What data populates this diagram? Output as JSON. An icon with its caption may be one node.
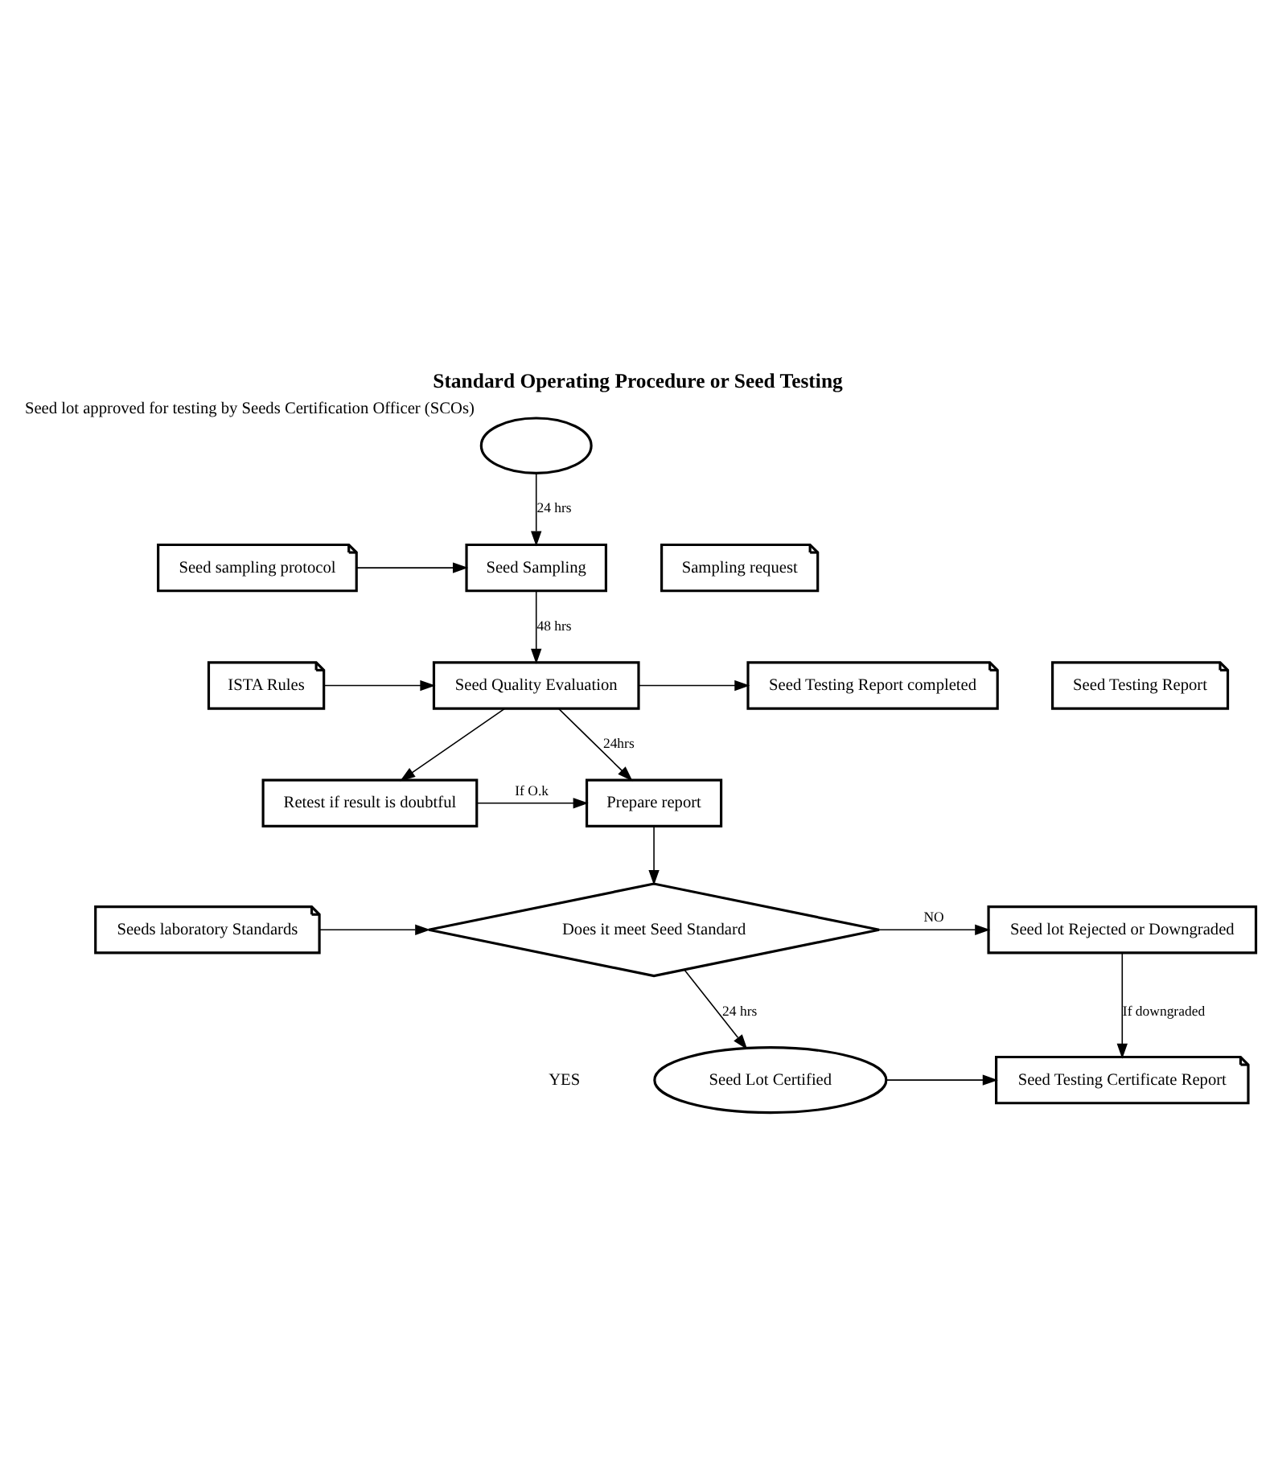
{
  "diagram": {
    "title": "Standard Operating Procedure or Seed Testing",
    "nodes": [
      {
        "text": [],
        "shape": "ellipse",
        "beside": [
          "Seed lot approved for testing by Seeds Certification Officer (SCOs)"
        ]
      },
      {
        "text": [
          "Sampling request"
        ]
      },
      {
        "text": [
          "Seed sampling protocol"
        ]
      },
      {
        "text": [
          "Seed Sampling"
        ]
      },
      {
        "text": [
          "Seed Testing Report"
        ]
      },
      {
        "text": [
          "ISTA Rules"
        ]
      },
      {
        "text": [
          "Seed Quality Evaluation"
        ]
      },
      {
        "text": [
          "Seed Testing Report completed"
        ]
      },
      {
        "text": [
          "Prepare report"
        ]
      },
      {
        "text": [
          "Retest if result is doubtful"
        ]
      },
      {
        "text": [
          "Seeds laboratory Standards"
        ]
      },
      {
        "text": [
          "Does it meet Seed Standard"
        ]
      },
      {
        "text": [
          "Seed lot Rejected or Downgraded"
        ]
      },
      {
        "text": [
          "Seed Lot Certified"
        ]
      },
      {
        "text": [
          "Seed Testing Certificate Report"
        ]
      }
    ],
    "edges": [
      {
        "from": 0,
        "to": 3,
        "arrow": "to",
        "label": "24 hrs"
      },
      {
        "from": 2,
        "to": 3,
        "arrow": "to"
      },
      {
        "from": 3,
        "to": 6,
        "arrow": "to",
        "label": "48 hrs"
      },
      {
        "from": 5,
        "to": 6,
        "arrow": "to"
      },
      {
        "from": 6,
        "to": 7,
        "arrow": "to"
      },
      {
        "from": 6,
        "to": 9,
        "arrow": "to"
      },
      {
        "from": 6,
        "to": 8,
        "arrow": "to",
        "label": "24hrs"
      },
      {
        "from": 9,
        "to": 8,
        "arrow": "to",
        "label": "If O.k"
      },
      {
        "from": 8,
        "to": 11,
        "arrow": "to"
      },
      {
        "from": 10,
        "to": 11,
        "arrow": "to"
      },
      {
        "from": 11,
        "to": 12,
        "arrow": "to",
        "label": "NO"
      },
      {
        "from": 11,
        "to": 13,
        "arrow": "to",
        "label": "24 hrs"
      },
      {
        "from": 12,
        "to": 14,
        "arrow": "to",
        "label": "If downgraded"
      },
      {
        "from": 13,
        "to": 14,
        "arrow": "to"
      }
    ],
    "labels": [
      "YES"
    ]
  }
}
